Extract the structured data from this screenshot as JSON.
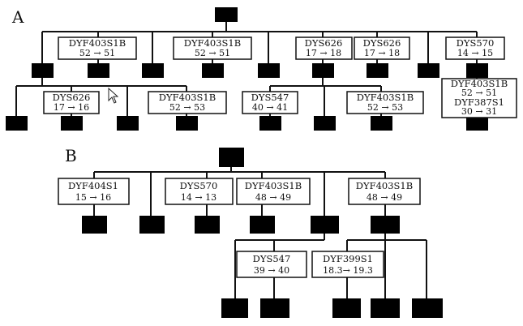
{
  "panels": {
    "A": {
      "label": "A",
      "boxes": {
        "a1": {
          "lines": [
            "DYF403S1B",
            "52 → 51"
          ]
        },
        "a2": {
          "lines": [
            "DYF403S1B",
            "52 → 51"
          ]
        },
        "a3": {
          "lines": [
            "DYS626",
            "17 → 18"
          ]
        },
        "a4": {
          "lines": [
            "DYS626",
            "17 → 18"
          ]
        },
        "a5": {
          "lines": [
            "DYS570",
            "14 → 15"
          ]
        },
        "a6": {
          "lines": [
            "DYS626",
            "17 → 16"
          ]
        },
        "a7": {
          "lines": [
            "DYF403S1B",
            "52 → 53"
          ]
        },
        "a8": {
          "lines": [
            "DYS547",
            "40 → 41"
          ]
        },
        "a9": {
          "lines": [
            "DYF403S1B",
            "52 → 53"
          ]
        },
        "a10": {
          "lines": [
            "DYF403S1B",
            "52 → 51",
            "DYF387S1",
            "30 → 31"
          ]
        }
      }
    },
    "B": {
      "label": "B",
      "boxes": {
        "b1": {
          "lines": [
            "DYF404S1",
            "15 → 16"
          ]
        },
        "b2": {
          "lines": [
            "DYS570",
            "14 → 13"
          ]
        },
        "b3": {
          "lines": [
            "DYF403S1B",
            "48 → 49"
          ]
        },
        "b4": {
          "lines": [
            "DYF403S1B",
            "48 → 49"
          ]
        },
        "b5": {
          "lines": [
            "DYS547",
            "39 → 40"
          ]
        },
        "b6": {
          "lines": [
            "DYF399S1",
            "18.3→ 19.3"
          ]
        }
      }
    }
  },
  "colors": {
    "node": "#000000",
    "line": "#111111",
    "box_border": "#111111",
    "background": "#ffffff"
  }
}
